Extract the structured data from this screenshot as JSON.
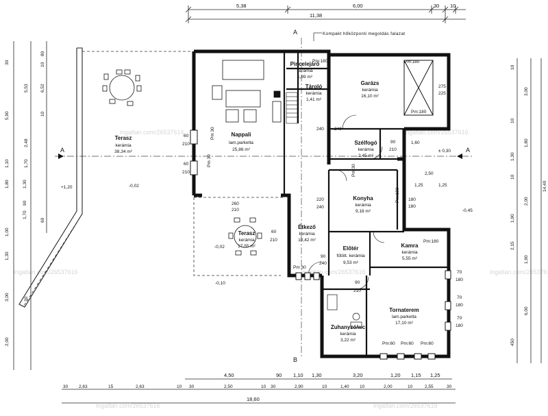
{
  "annotation": "Kompakt hőközponti megoldás falazat",
  "watermark": "ingatlan.com/26537616",
  "section_marks": {
    "a": "A",
    "b": "B"
  },
  "rooms": {
    "terasz1": {
      "name": "Terasz",
      "finish": "kerámia",
      "area": "38,34 m²"
    },
    "nappali": {
      "name": "Nappali",
      "finish": "lam.parketta",
      "area": "25,86 m²"
    },
    "pince": {
      "name": "Pincelejáró",
      "finish": "kerámia",
      "area": "1,89 m²"
    },
    "taro": {
      "name": "Tároló",
      "finish": "kerámia",
      "area": "1,41 m²"
    },
    "garazs": {
      "name": "Garázs",
      "finish": "kerámia",
      "area": "16,10 m²"
    },
    "szelfogo": {
      "name": "Szélfogó",
      "finish": "kerámia",
      "area": "2,45 m²"
    },
    "konyha": {
      "name": "Konyha",
      "finish": "kerámia",
      "area": "9,18 m²"
    },
    "terasz2": {
      "name": "Terasz",
      "finish": "kerámia",
      "area": "17,55 m²"
    },
    "etkezo": {
      "name": "Étkező",
      "finish": "kerámia",
      "area": "10,42 m²"
    },
    "eloter": {
      "name": "Előtér",
      "finish": "fűtött. kerámia",
      "area": "9,53 m²"
    },
    "kamra": {
      "name": "Kamra",
      "finish": "kerámia",
      "area": "5,55 m²"
    },
    "tornaterem": {
      "name": "Tornaterem",
      "finish": "lam.parketta",
      "area": "17,10 m²"
    },
    "zuhanyzo": {
      "name": "Zuhanyzó/wc",
      "finish": "kerámia",
      "area": "3,22 m²"
    }
  },
  "labels": {
    "pm180": "Pm:180",
    "pm30": "Pm 30",
    "pm60": "Pm:60",
    "garage_275": "275",
    "garage_225": "225",
    "lvl_030": "± 0,30",
    "lvl_002a": "-0,02",
    "lvl_002b": "-0,02",
    "lvl_010": "-0,10",
    "lvl_045": "-0,45",
    "lvl_120": "+1,20",
    "d60": "60",
    "d210": "210",
    "d240": "240",
    "d260": "260",
    "d220": "220",
    "d180": "180",
    "d90": "90",
    "d70": "70",
    "d160": "1,60",
    "d250": "2,50",
    "d125": "1,25"
  },
  "dims_top_row1": [
    "5,38",
    "6,00",
    "30",
    "10"
  ],
  "dims_top_row2": [
    "11,38"
  ],
  "dims_left_outer": [
    "30",
    "5,90",
    "2,48",
    "1,10",
    "1,80",
    "90",
    "1,70",
    "1,00",
    "1,30",
    "3,00",
    "2,00"
  ],
  "dims_left_inner": [
    "80",
    "10",
    "5,53",
    "6,52",
    "10",
    "1,70",
    "1,30",
    "60",
    "30"
  ],
  "dims_right_inner": [
    "10",
    "3,00",
    "10",
    "1,80",
    "1,30",
    "10",
    "2,00",
    "1,90",
    "2,15",
    "1,90",
    "6,00",
    "450"
  ],
  "dims_right_outer": [
    "14,40"
  ],
  "dims_bottom_row1": [
    "4,50",
    "90",
    "1,10",
    "1,30",
    "3,20",
    "1,20",
    "1,15",
    "1,25"
  ],
  "dims_bottom_row2": [
    "30",
    "2,63",
    "15",
    "2,63",
    "10",
    "30",
    "2,50",
    "10",
    "30",
    "2,90",
    "10",
    "1,40",
    "10",
    "2,00",
    "10",
    "2,55",
    "30"
  ],
  "dims_bottom_row3": [
    "18,60"
  ]
}
